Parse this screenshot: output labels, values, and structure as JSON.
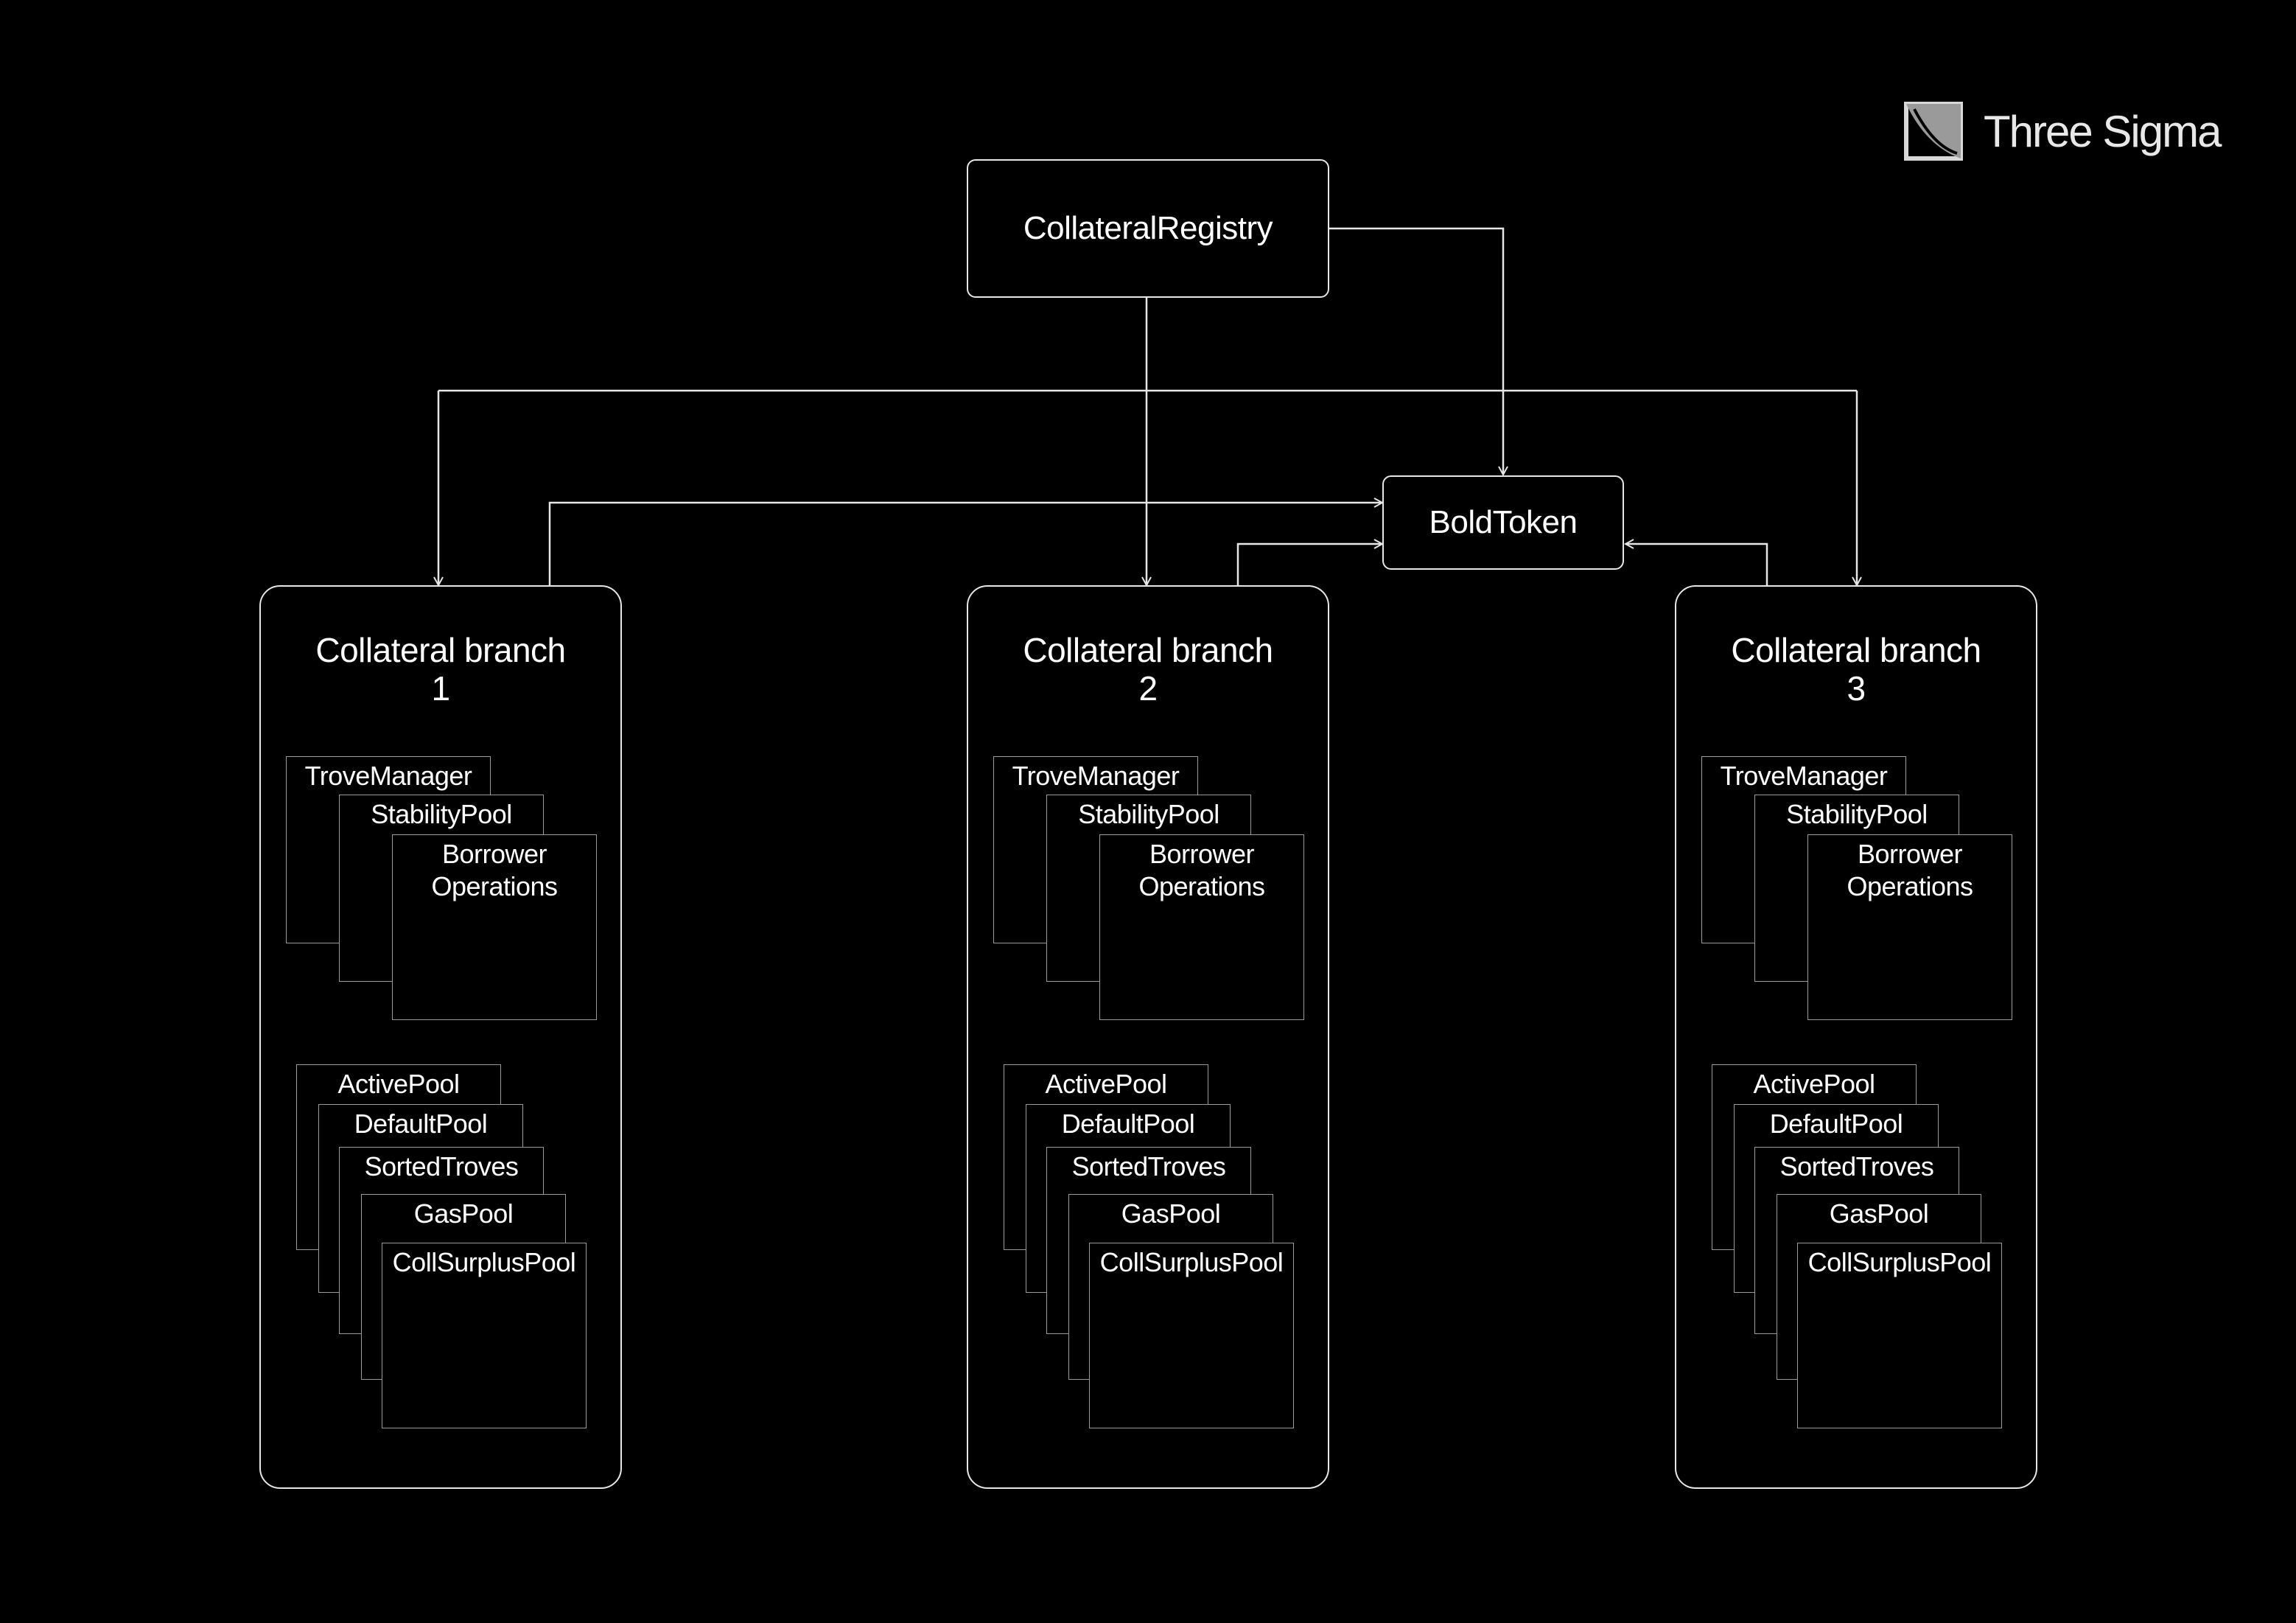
{
  "brand": {
    "name": "Three Sigma",
    "logo_icon": "three-sigma-logo-icon"
  },
  "nodes": {
    "collateral_registry": "CollateralRegistry",
    "bold_token": "BoldToken"
  },
  "branches": [
    {
      "title": "Collateral branch",
      "number": "1",
      "contracts_group_a": [
        "TroveManager",
        "StabilityPool",
        "Borrower Operations"
      ],
      "contracts_group_b": [
        "ActivePool",
        "DefaultPool",
        "SortedTroves",
        "GasPool",
        "CollSurplusPool"
      ]
    },
    {
      "title": "Collateral branch",
      "number": "2",
      "contracts_group_a": [
        "TroveManager",
        "StabilityPool",
        "Borrower Operations"
      ],
      "contracts_group_b": [
        "ActivePool",
        "DefaultPool",
        "SortedTroves",
        "GasPool",
        "CollSurplusPool"
      ]
    },
    {
      "title": "Collateral branch",
      "number": "3",
      "contracts_group_a": [
        "TroveManager",
        "StabilityPool",
        "Borrower Operations"
      ],
      "contracts_group_b": [
        "ActivePool",
        "DefaultPool",
        "SortedTroves",
        "GasPool",
        "CollSurplusPool"
      ]
    }
  ],
  "colors": {
    "background": "#000000",
    "line": "#e6e6e6",
    "card_border": "#9a9a9a",
    "text": "#ffffff"
  }
}
